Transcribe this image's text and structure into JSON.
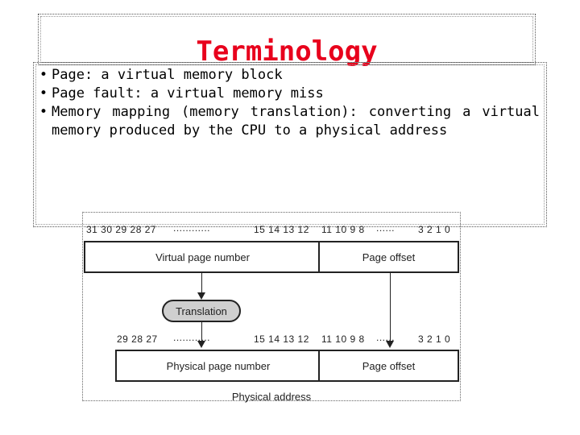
{
  "slide": {
    "title": "Terminology",
    "title_color": "#e8001c",
    "bullet_symbol": "•",
    "bullets": [
      "Page: a virtual memory block",
      "Page fault: a virtual memory miss",
      "Memory mapping (memory translation): converting a virtual memory produced by the CPU to a physical address"
    ]
  },
  "diagram": {
    "virtual_bits": {
      "left": "31 30 29 28 27",
      "dots_left": "............",
      "mid": "15 14 13 12",
      "right_mid": "11 10 9 8",
      "dots_right": "......",
      "right": "3 2 1 0"
    },
    "virtual_page_number": "Virtual page number",
    "virtual_page_offset": "Page offset",
    "translation": "Translation",
    "physical_bits": {
      "left": "29 28 27",
      "dots_left": "............",
      "mid": "15 14 13 12",
      "right_mid": "11 10 9 8",
      "dots_right": "......",
      "right": "3 2 1 0"
    },
    "physical_page_number": "Physical page number",
    "physical_page_offset": "Page offset",
    "physical_address": "Physical address"
  }
}
